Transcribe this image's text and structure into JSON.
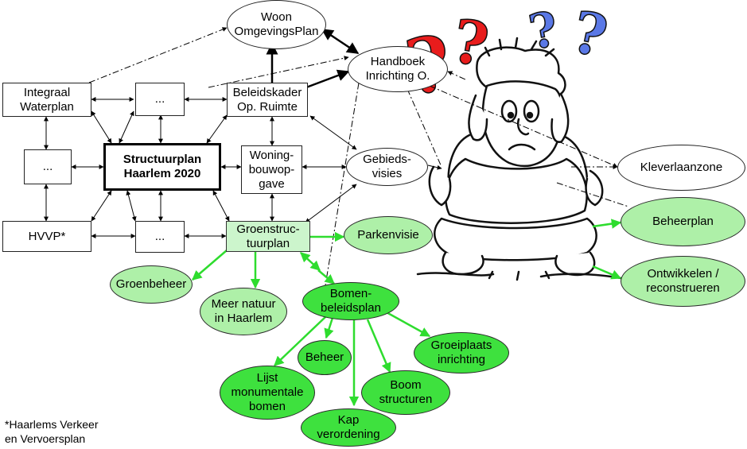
{
  "nodes": [
    {
      "id": "woon",
      "text": "Woon\nOmgevingsPlan"
    },
    {
      "id": "handboek",
      "text": "Handboek\nInrichting O."
    },
    {
      "id": "integraal",
      "text": "Integraal\nWaterplan"
    },
    {
      "id": "dots_top",
      "text": "..."
    },
    {
      "id": "beleidskader",
      "text": "Beleidskader\nOp. Ruimte"
    },
    {
      "id": "dots_left",
      "text": "..."
    },
    {
      "id": "structuurplan",
      "text": "Structuurplan\nHaarlem 2020"
    },
    {
      "id": "woning",
      "text": "Woning-\nbouwop-\ngave"
    },
    {
      "id": "gebieds",
      "text": "Gebieds-\nvisies"
    },
    {
      "id": "kleverlaan",
      "text": "Kleverlaanzone"
    },
    {
      "id": "hvvp",
      "text": "HVVP*"
    },
    {
      "id": "dots_bottom",
      "text": "..."
    },
    {
      "id": "groenstruc",
      "text": "Groenstruc-\ntuurplan"
    },
    {
      "id": "parkenvisie",
      "text": "Parkenvisie"
    },
    {
      "id": "beheerplan",
      "text": "Beheerplan"
    },
    {
      "id": "ontwikkelen",
      "text": "Ontwikkelen /\nreconstrueren"
    },
    {
      "id": "groenbeheer",
      "text": "Groenbeheer"
    },
    {
      "id": "meernatuur",
      "text": "Meer natuur\nin Haarlem"
    },
    {
      "id": "bomen",
      "text": "Bomen-\nbeleidsplan"
    },
    {
      "id": "beheer",
      "text": "Beheer"
    },
    {
      "id": "groeiplaats",
      "text": "Groeiplaats\ninrichting"
    },
    {
      "id": "lijst",
      "text": "Lijst\nmonumentale\nbomen"
    },
    {
      "id": "boom",
      "text": "Boom\nstructuren"
    },
    {
      "id": "kap",
      "text": "Kap\nverordening"
    }
  ],
  "footnote": "*Haarlems Verkeer\nen Vervoersplan",
  "colors": {
    "green_arrow": "#2edc2e",
    "light_green_fill": "#aef0a8",
    "dark_green_fill": "#3ee13e",
    "box_green_fill": "#ccf5cc",
    "question_red": "#e81c1c",
    "question_blue": "#5a78e6"
  },
  "illustration": {
    "name": "confused-person-illustration",
    "question_marks": [
      "?",
      "?",
      "?",
      "?"
    ]
  }
}
